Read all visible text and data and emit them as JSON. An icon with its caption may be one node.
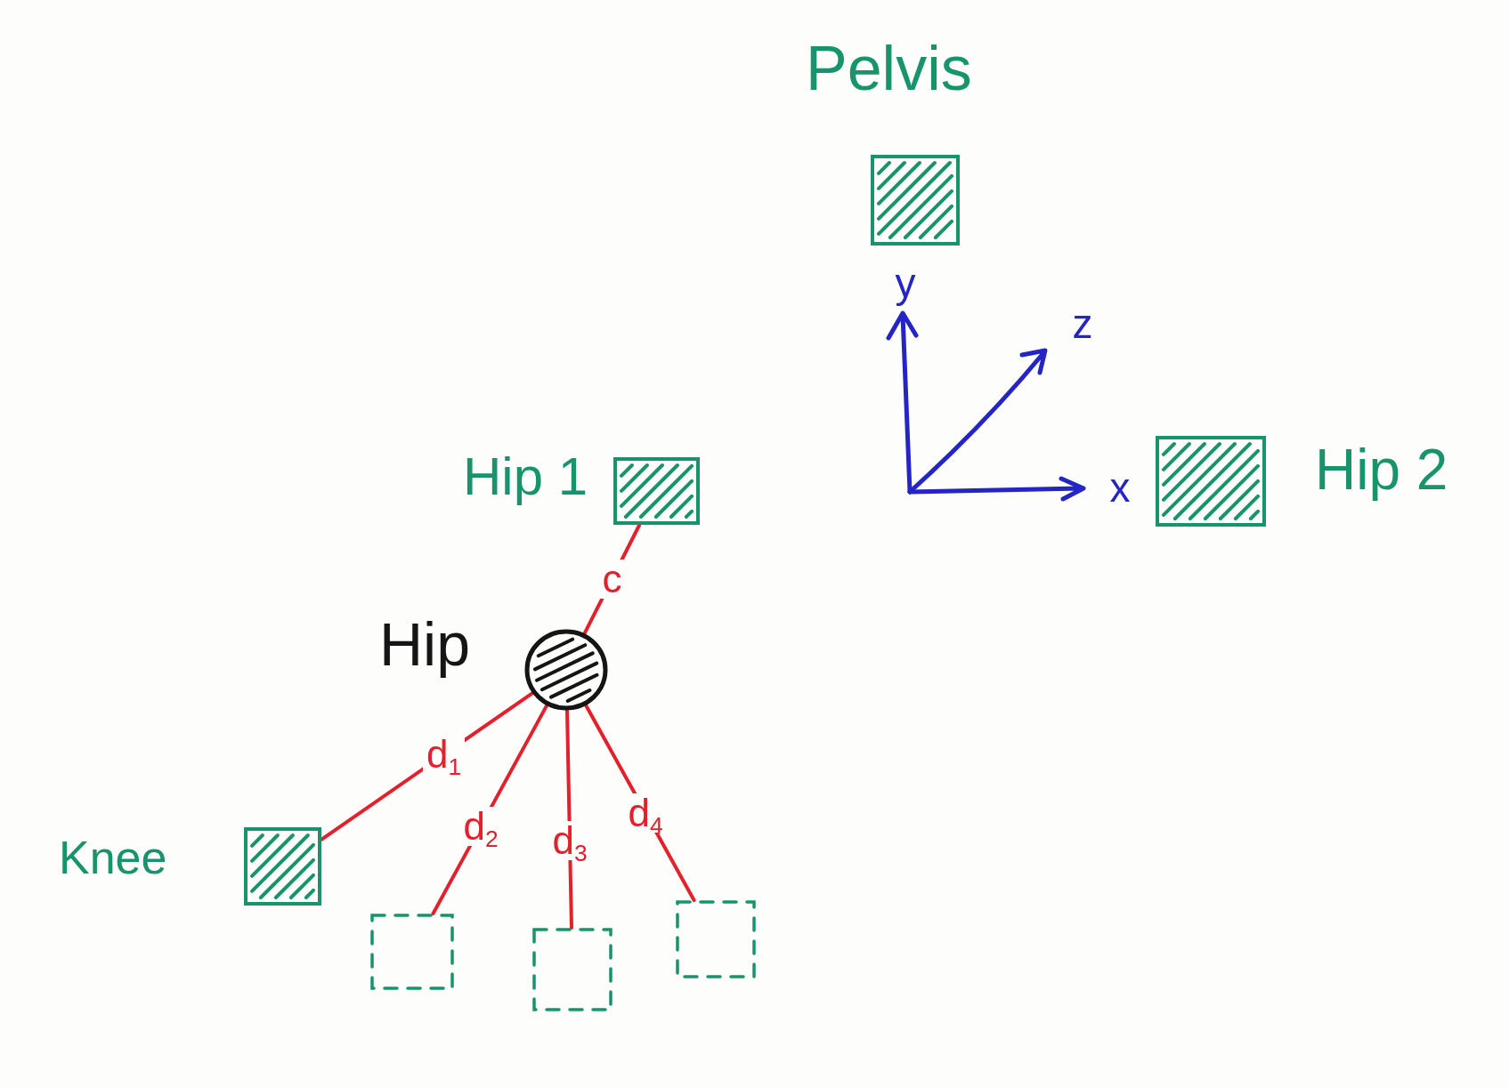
{
  "diagram": {
    "nodes": [
      {
        "text": [
          "Pelvis"
        ]
      },
      {
        "text": [
          "Hip 1"
        ]
      },
      {
        "text": [
          "Hip 2"
        ]
      },
      {
        "text": [
          "Hip"
        ]
      },
      {
        "text": [
          "Knee"
        ]
      },
      {
        "text": [],
        "shape": "box"
      },
      {
        "text": [],
        "shape": "box"
      },
      {
        "text": [],
        "shape": "box"
      }
    ],
    "edges": [
      {
        "from": 1,
        "to": 3,
        "arrow": "none",
        "label": "c"
      },
      {
        "from": 3,
        "to": 4,
        "arrow": "none",
        "label": "d$_{1}$"
      },
      {
        "from": 3,
        "to": 5,
        "arrow": "none",
        "label": "d$_{2}$"
      },
      {
        "from": 3,
        "to": 6,
        "arrow": "none",
        "label": "d$_{3}$"
      },
      {
        "from": 3,
        "to": 7,
        "arrow": "none",
        "label": "d$_{4}$"
      }
    ],
    "labels": [
      "y",
      "z",
      "x"
    ]
  }
}
